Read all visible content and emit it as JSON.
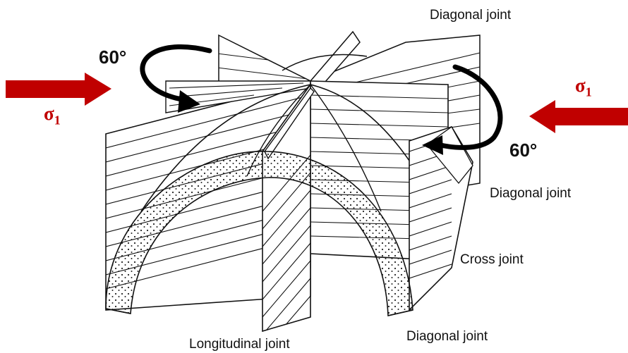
{
  "labels": {
    "diagonal_top": "Diagonal joint",
    "diagonal_right": "Diagonal joint",
    "cross": "Cross joint",
    "diagonal_bottom": "Diagonal joint",
    "longitudinal": "Longitudinal joint"
  },
  "angles": {
    "left": "60°",
    "right": "60°"
  },
  "stress": {
    "symbol": "σ",
    "subscript": "1"
  },
  "colors": {
    "stress_arrow": "#c00000",
    "lines": "#111111"
  }
}
